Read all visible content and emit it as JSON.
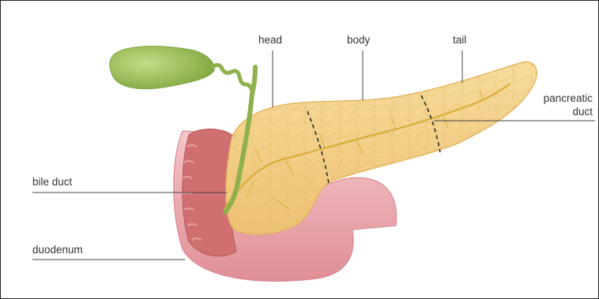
{
  "labels": {
    "head": "head",
    "body": "body",
    "tail": "tail",
    "pancreatic_duct_line1": "pancreatic",
    "pancreatic_duct_line2": "duct",
    "bile_duct": "bile duct",
    "duodenum": "duodenum"
  },
  "colors": {
    "pancreas": "#f2cf85",
    "pancreas_outline": "#e3b562",
    "duodenum_wall": "#eaa9b0",
    "duodenum_inner": "#cf6f70",
    "gallbladder": "#9cc05a",
    "bile_duct": "#8fb04c",
    "pancreatic_duct": "#d9ad3a",
    "leader_line": "#444444"
  }
}
